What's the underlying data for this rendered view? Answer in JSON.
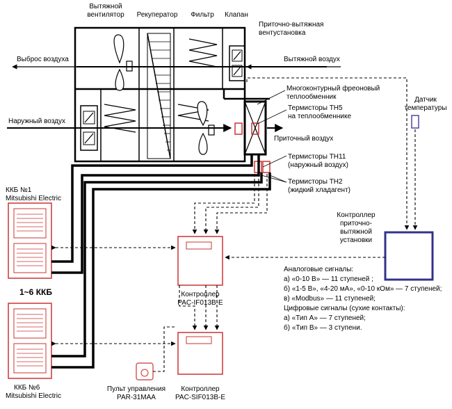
{
  "unit": {
    "exhaust_fan": [
      "Вытяжной",
      "вентилятор"
    ],
    "recuperator": "Рекуператор",
    "filter": "Фильтр",
    "valve": "Клапан",
    "unit_name": [
      "Приточно-вытяжная",
      "вентустановка"
    ],
    "air_out": "Выброс воздуха",
    "exhaust_air": "Вытяжной воздух",
    "outdoor_air": "Наружный воздух",
    "supply_air": "Приточный воздух"
  },
  "sensors": {
    "heat_exchanger": [
      "Многоконтурный фреоновый",
      "теплообменник"
    ],
    "th5": [
      "Термисторы TH5",
      "на теплообменнике"
    ],
    "th11": [
      "Термисторы TH11",
      "(наружный воздух)"
    ],
    "th2": [
      "Термисторы TH2",
      "(жидкий хладагент)"
    ],
    "temp_sensor": [
      "Датчик",
      "температуры"
    ]
  },
  "kkb": {
    "unit1": [
      "ККБ №1",
      "Mitsubishi Electric"
    ],
    "range": "1~6 ККБ",
    "unit6": [
      "ККБ №6",
      "Mitsubishi Electric"
    ]
  },
  "controllers": {
    "vent_controller": [
      "Контроллер",
      "приточно-",
      "вытяжной",
      "установки"
    ],
    "ctrl1": [
      "Контроллер",
      "PAC-IF013B-E"
    ],
    "ctrl2": [
      "Контроллер",
      "PAC-SIF013B-E"
    ],
    "remote": [
      "Пульт управления",
      "PAR-31MAA"
    ]
  },
  "signals": [
    "Аналоговые сигналы:",
    "а) «0-10 В» — 11 ступеней ;",
    "б) «1-5 В», «4-20 мА», «0-10 кОм» — 7 ступеней;",
    "в) «Modbus» — 11 ступеней;",
    "Цифровые сигналы (сухие контакты):",
    "а) «Тип А» — 7 ступеней;",
    "б) «Тип В» — 3 ступени."
  ],
  "colors": {
    "accent": "#cc3333",
    "line": "#000000",
    "sensor_blue": "#5544aa"
  }
}
